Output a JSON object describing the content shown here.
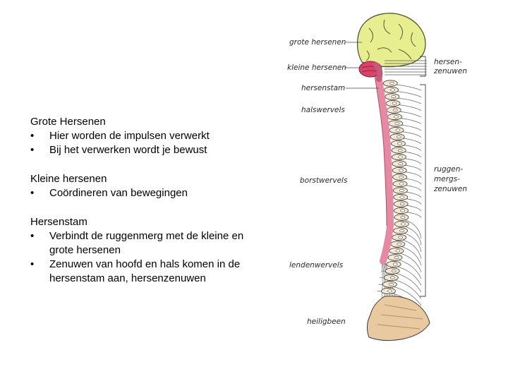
{
  "text": {
    "sections": [
      {
        "title": "Grote Hersenen",
        "bullets": [
          "Hier worden de impulsen verwerkt",
          "Bij het verwerken wordt je bewust"
        ]
      },
      {
        "title": "Kleine hersenen",
        "bullets": [
          "Coördineren van bewegingen"
        ]
      },
      {
        "title": "Hersenstam",
        "bullets": [
          "Verbindt de ruggenmerg met de kleine en grote hersenen",
          "Zenuwen van hoofd en hals komen in de hersenstam aan, hersenzenuwen"
        ]
      }
    ],
    "bullet_symbol": "•"
  },
  "diagram": {
    "labels": {
      "grote_hersenen": "grote hersenen",
      "kleine_hersenen": "kleine hersenen",
      "hersenstam": "hersenstam",
      "halswervels": "halswervels",
      "borstwervels": "borstwervels",
      "lendenwervels": "lendenwervels",
      "heiligbeen": "heiligbeen",
      "hersenzenuwen_1": "hersen-",
      "hersenzenuwen_2": "zenuwen",
      "ruggenmergszenuwen_1": "ruggen-",
      "ruggenmergszenuwen_2": "mergs-",
      "ruggenmergszenuwen_3": "zenuwen"
    },
    "colors": {
      "cerebrum": "#e6ee8f",
      "cerebellum": "#d9436a",
      "spinal_cord": "#e58aa2",
      "vertebra": "#f6e8cf",
      "bone": "#e9c9a0",
      "outline": "#3a3a3a"
    }
  }
}
